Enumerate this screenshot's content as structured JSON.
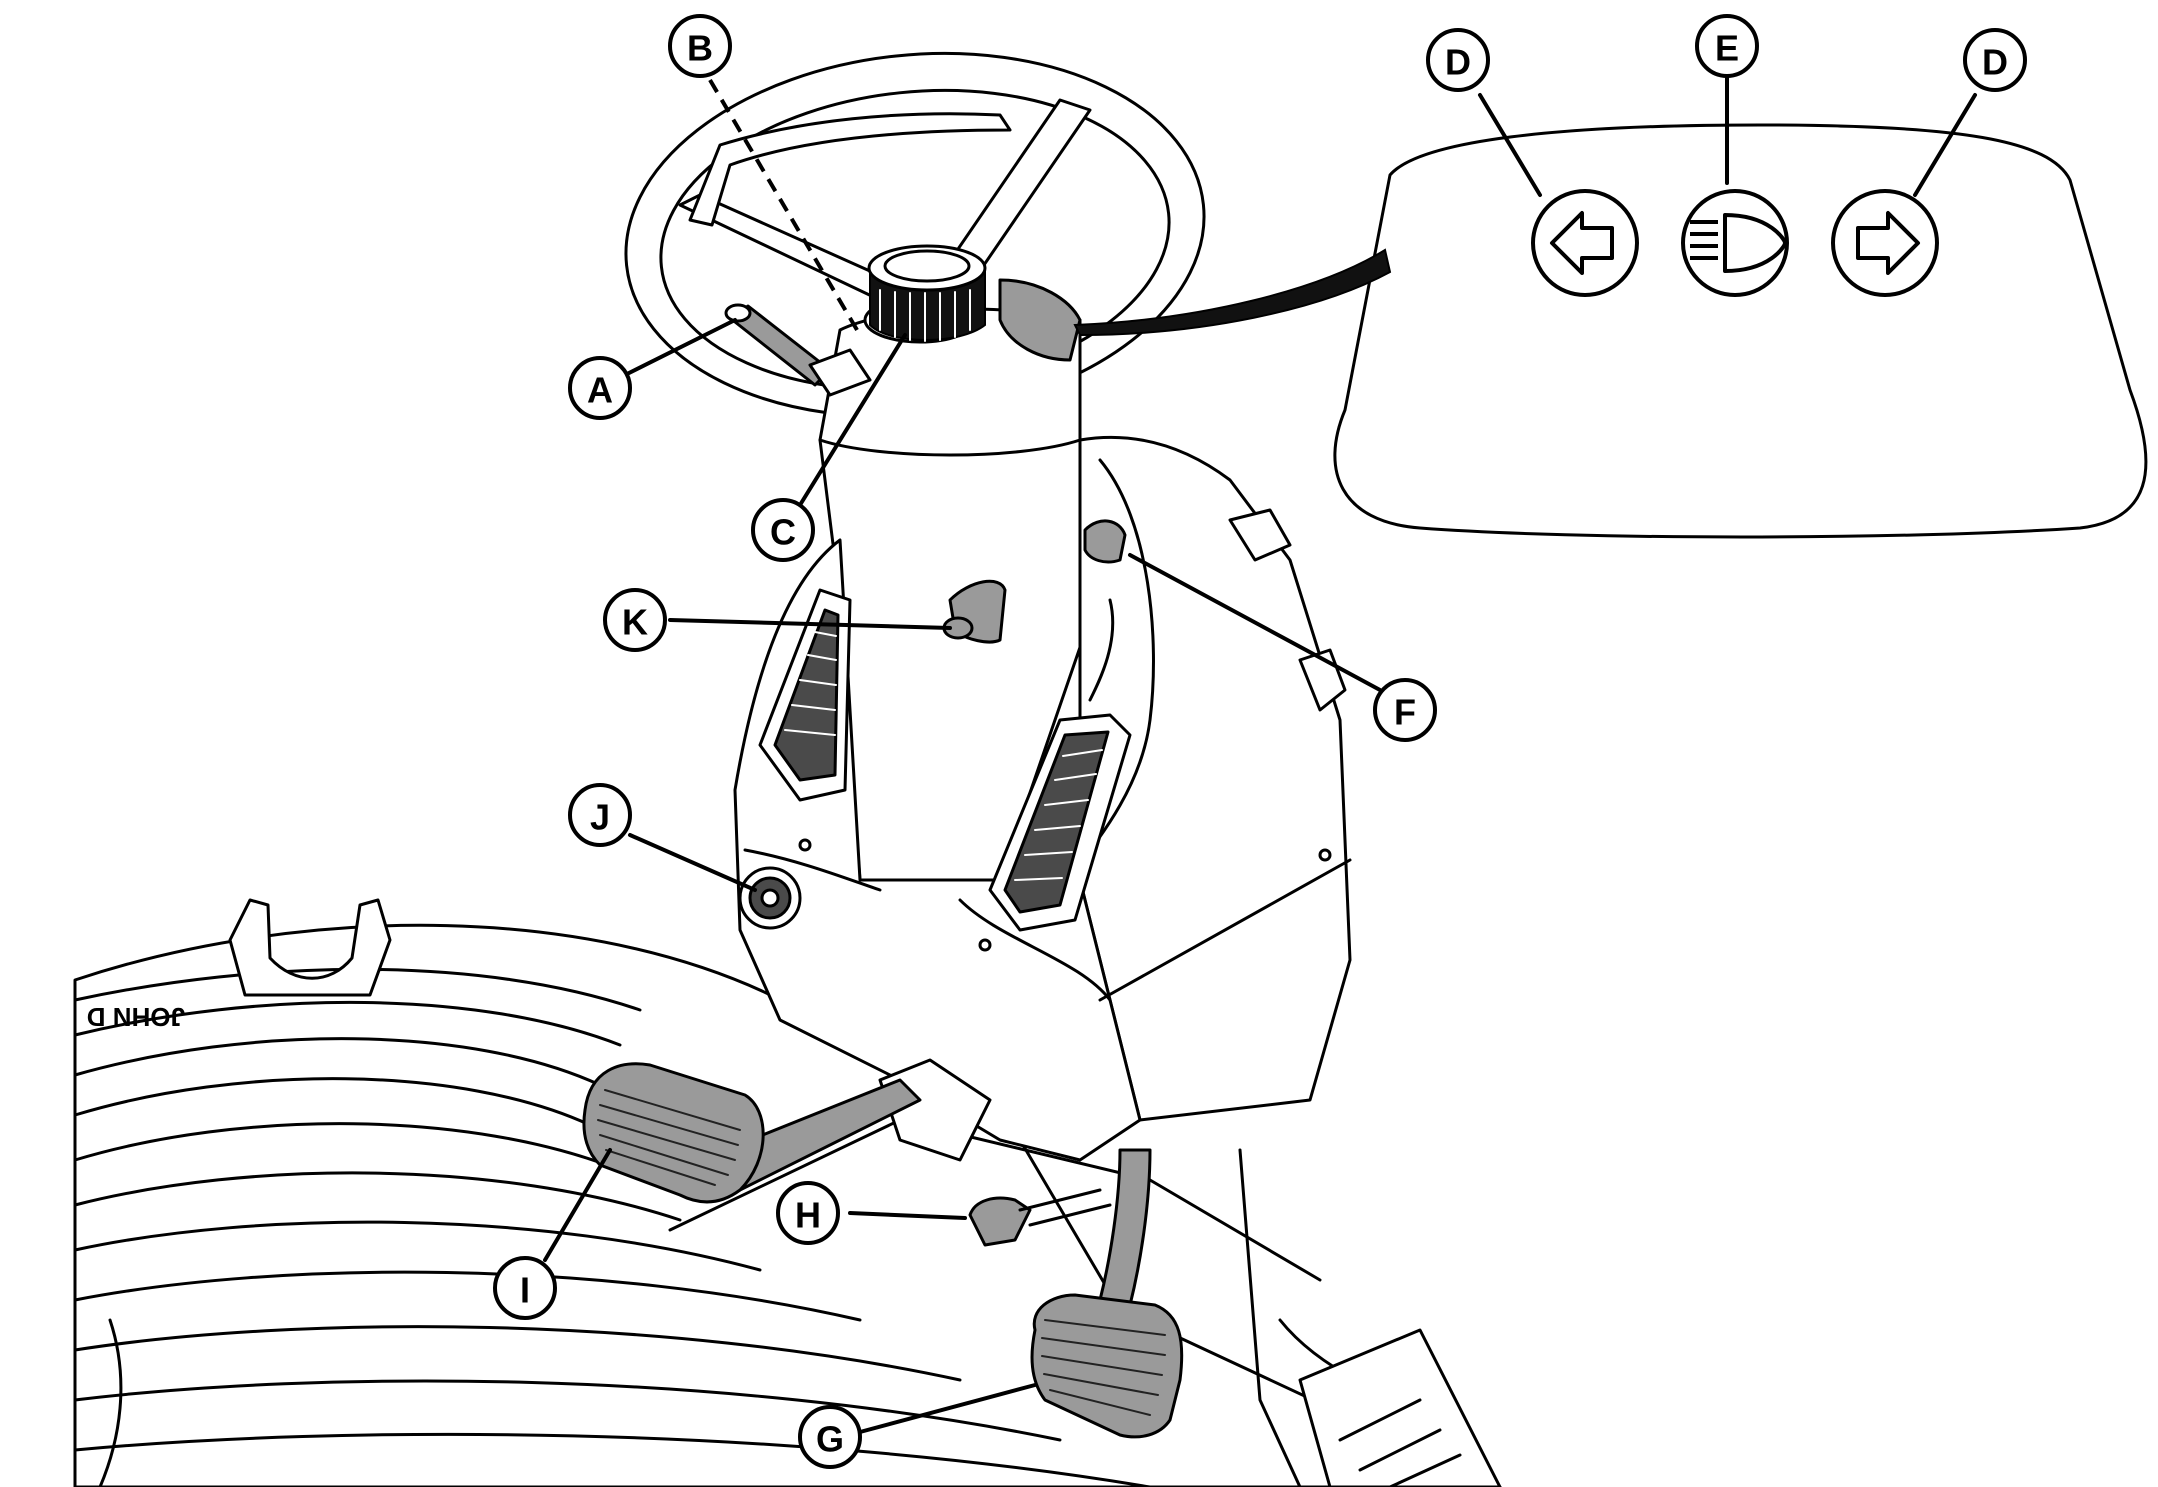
{
  "callouts": [
    {
      "id": "A",
      "text": "A"
    },
    {
      "id": "B",
      "text": "B"
    },
    {
      "id": "C",
      "text": "C"
    },
    {
      "id": "D1",
      "text": "D"
    },
    {
      "id": "E",
      "text": "E"
    },
    {
      "id": "D2",
      "text": "D"
    },
    {
      "id": "F",
      "text": "F"
    },
    {
      "id": "G",
      "text": "G"
    },
    {
      "id": "H",
      "text": "H"
    },
    {
      "id": "I",
      "text": "I"
    },
    {
      "id": "J",
      "text": "J"
    },
    {
      "id": "K",
      "text": "K"
    }
  ],
  "hood_brand_text": "JOHN D",
  "icons": [
    "left-turn-signal-icon",
    "headlight-icon",
    "right-turn-signal-icon"
  ],
  "colors": {
    "line": "#000000",
    "fill": "#ffffff",
    "part_gray": "#9a9a9a",
    "dark_gray": "#4a4a4a"
  }
}
